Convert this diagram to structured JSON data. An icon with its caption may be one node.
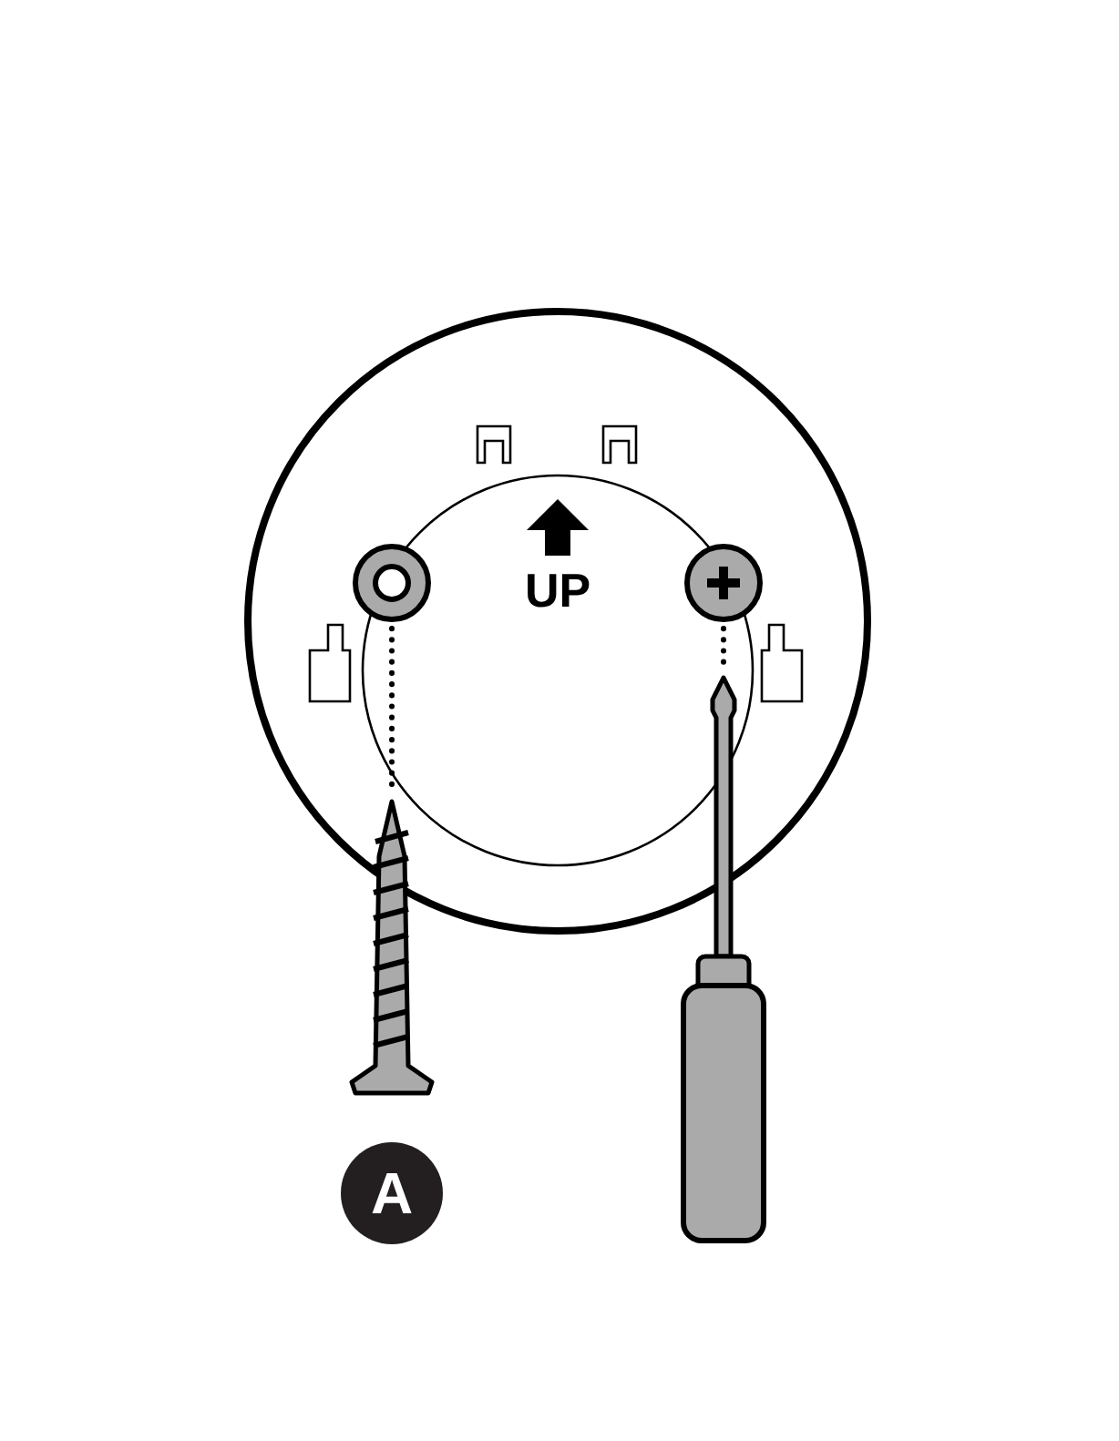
{
  "diagram": {
    "nodes": [
      {
        "text": [],
        "shape": "circle"
      },
      {
        "text": [],
        "shape": "circle"
      },
      {
        "text": [],
        "shape": "picture"
      },
      {
        "text": [],
        "shape": "picture"
      },
      {
        "text": [
          "A"
        ]
      }
    ],
    "edges": [
      {
        "from": 0,
        "to": 2,
        "arrow": "none",
        "style": "dashed"
      },
      {
        "from": 1,
        "to": 3,
        "arrow": "none",
        "style": "dashed"
      }
    ],
    "labels": [
      "UP"
    ]
  }
}
